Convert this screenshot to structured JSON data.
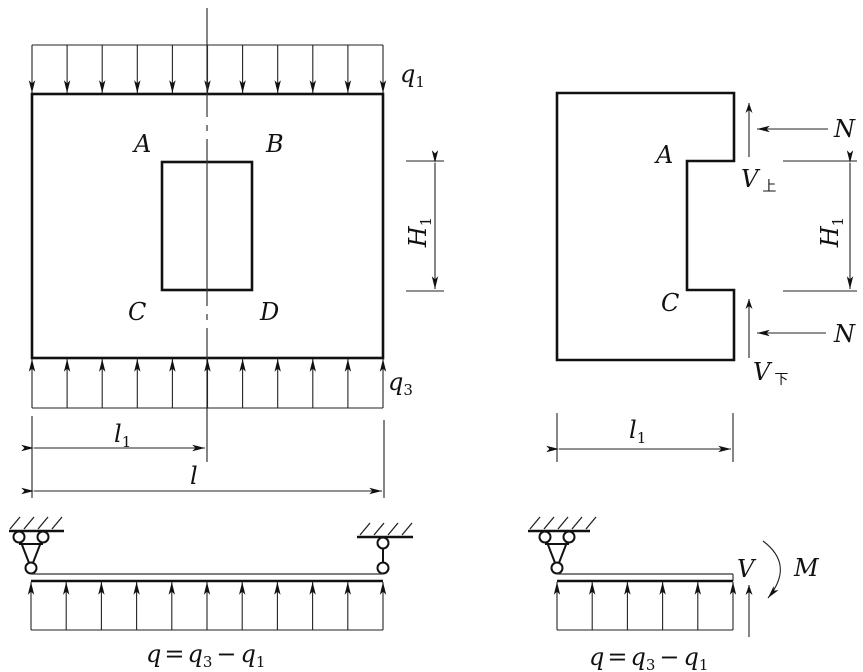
{
  "figure": {
    "description": "Wall with opening: load diagram and equivalent beam models",
    "left_panel": {
      "top_load_label": "q",
      "top_load_sub": "1",
      "bottom_load_label": "q",
      "bottom_load_sub": "3",
      "corner_labels": [
        "A",
        "B",
        "C",
        "D"
      ],
      "opening_height_label": "H",
      "opening_height_sub": "1",
      "half_span_label": "l",
      "half_span_sub": "1",
      "span_label": "l",
      "top_load_arrow_count": 11,
      "bottom_load_arrow_count": 11
    },
    "right_panel": {
      "corner_labels": [
        "A",
        "C"
      ],
      "axial_force_label": "N",
      "shear_top_label": "V",
      "shear_top_sub": "上",
      "shear_bottom_label": "V",
      "shear_bottom_sub": "下",
      "opening_height_label": "H",
      "opening_height_sub": "1",
      "width_label": "l",
      "width_sub": "1"
    },
    "beam_full": {
      "load_arrow_count": 11,
      "formula": {
        "q": "q",
        "eq": "=",
        "q3": "q",
        "q3_sub": "3",
        "minus": "−",
        "q1": "q",
        "q1_sub": "1"
      }
    },
    "beam_half": {
      "load_arrow_count": 6,
      "shear_label": "V",
      "moment_label": "M",
      "formula": {
        "q": "q",
        "eq": "=",
        "q3": "q",
        "q3_sub": "3",
        "minus": "−",
        "q1": "q",
        "q1_sub": "1"
      }
    }
  }
}
